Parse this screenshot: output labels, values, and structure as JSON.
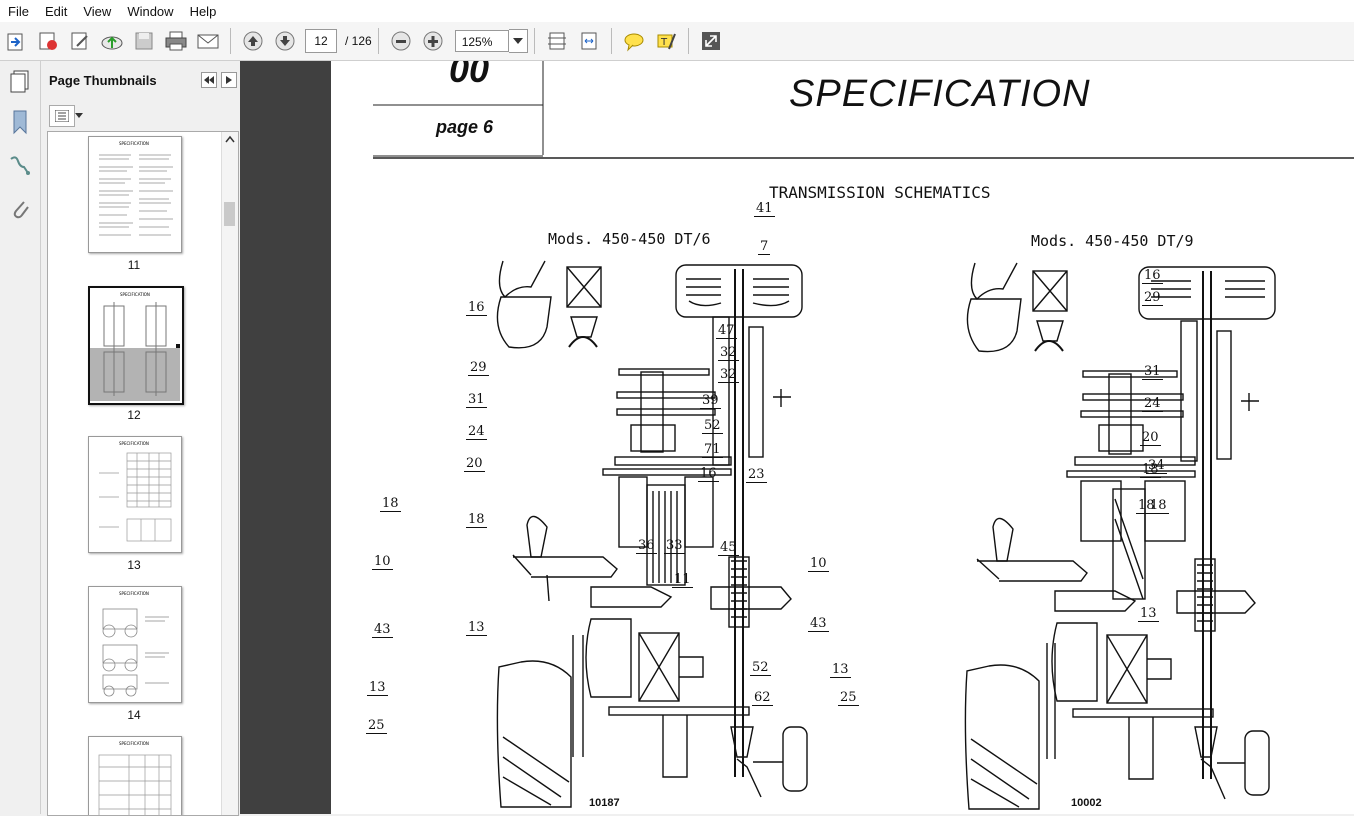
{
  "menu": [
    "File",
    "Edit",
    "View",
    "Window",
    "Help"
  ],
  "toolbar": {
    "page_current": "12",
    "page_total": "/ 126",
    "zoom": "125%"
  },
  "sidebar": {
    "title": "Page Thumbnails"
  },
  "thumbnails": [
    {
      "label": "11"
    },
    {
      "label": "12"
    },
    {
      "label": "13"
    },
    {
      "label": "14"
    }
  ],
  "document": {
    "section_number": "00",
    "page_label": "page  6",
    "heading": "SPECIFICATION",
    "subtitle": "TRANSMISSION SCHEMATICS",
    "left_model": "Mods. 450-450 DT/6",
    "right_model": "Mods. 450-450 DT/9",
    "left_fig": "10187",
    "right_fig": "10002"
  },
  "left_callouts": [
    "41",
    "7",
    "47",
    "32",
    "32",
    "39",
    "52",
    "16",
    "23",
    "36",
    "33",
    "45",
    "11",
    "52",
    "62",
    "13",
    "25",
    "16",
    "29",
    "31",
    "24",
    "20",
    "18",
    "18",
    "10",
    "43",
    "13"
  ],
  "right_callouts": [
    "41",
    "7",
    "47",
    "32",
    "32",
    "39",
    "52",
    "71",
    "16",
    "23",
    "36",
    "33",
    "45",
    "11",
    "52",
    "62",
    "13",
    "25",
    "16",
    "29",
    "31",
    "24",
    "20",
    "34",
    "18",
    "18",
    "18",
    "10",
    "43",
    "13"
  ]
}
